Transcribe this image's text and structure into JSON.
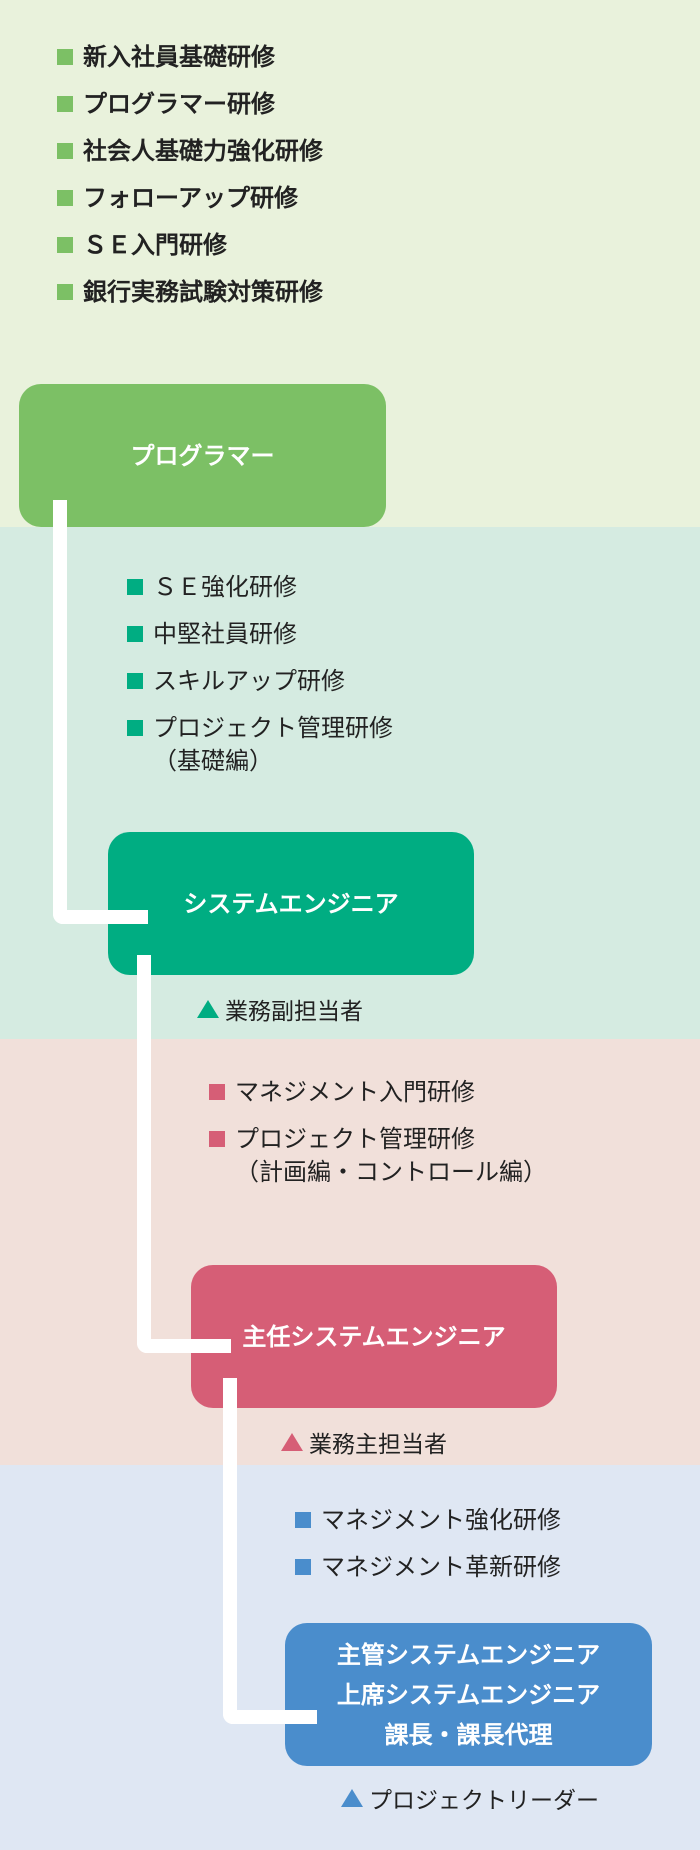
{
  "colors": {
    "green": "#7cc065",
    "teal": "#00ad82",
    "pink": "#d65e76",
    "blue": "#4a8dcc"
  },
  "levels": [
    {
      "courses": [
        "新入社員基礎研修",
        "プログラマー研修",
        "社会人基礎力強化研修",
        "フォローアップ研修",
        "ＳＥ入門研修",
        "銀行実務試験対策研修"
      ],
      "box_lines": [
        "プログラマー"
      ]
    },
    {
      "courses": [
        "ＳＥ強化研修",
        "中堅社員研修",
        "スキルアップ研修",
        "プロジェクト管理研修"
      ],
      "course_sub": "（基礎編）",
      "box_lines": [
        "システムエンジニア"
      ],
      "role": "業務副担当者"
    },
    {
      "courses": [
        "マネジメント入門研修",
        "プロジェクト管理研修"
      ],
      "course_sub": "（計画編・コントロール編）",
      "box_lines": [
        "主任システムエンジニア"
      ],
      "role": "業務主担当者"
    },
    {
      "courses": [
        "マネジメント強化研修",
        "マネジメント革新研修"
      ],
      "box_lines": [
        "主管システムエンジニア",
        "上席システムエンジニア",
        "課長・課長代理"
      ],
      "role": "プロジェクトリーダー"
    }
  ]
}
